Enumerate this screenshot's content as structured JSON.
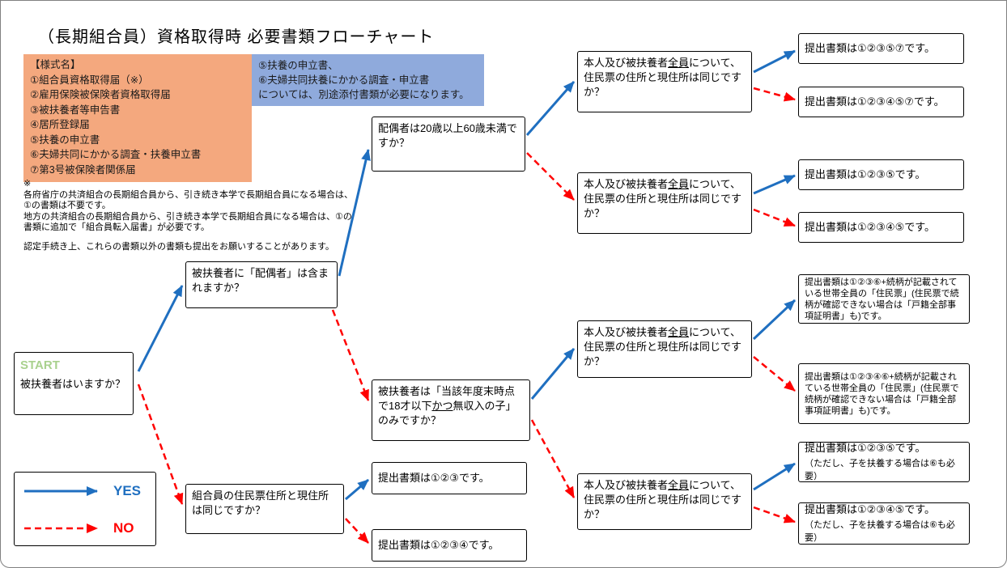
{
  "page": {
    "title": "（長期組合員）資格取得時 必要書類フローチャート"
  },
  "form_names": {
    "heading": "【様式名】",
    "items": [
      "①組合員資格取得届（※）",
      "②雇用保険被保険者資格取得届",
      "③被扶養者等申告書",
      "④居所登録届",
      "⑤扶養の申立書",
      "⑥夫婦共同にかかる調査・扶養申立書",
      "⑦第3号被保険者関係届"
    ]
  },
  "attachment_note": {
    "lines": [
      "⑤扶養の申立書、",
      "⑥夫婦共同扶養にかかる調査・申立書",
      "については、別途添付書類が必要になります。"
    ]
  },
  "footnote": {
    "mark": "※",
    "lines": [
      "各府省庁の共済組合の長期組合員から、引き続き本学で長期組合員になる場合は、",
      "①の書類は不要です。",
      "地方の共済組合の長期組合員から、引き続き本学で長期組合員になる場合は、①の",
      "書類に追加で「組合員転入届書」が必要です。"
    ],
    "extra": "認定手続き上、これらの書類以外の書類も提出をお願いすることがあります。"
  },
  "flow": {
    "start": {
      "label": "START",
      "question": "被扶養者はいますか？"
    },
    "q_spouse": "被扶養者に「配偶者」は含まれますか？",
    "q_age": "配偶者は20歳以上60歳未満ですか？",
    "q_address": {
      "pre": "本人及び被扶養者",
      "emph": "全員",
      "post": "について、住民票の住所と現住所は同じですか？"
    },
    "q_child": {
      "pre": "被扶養者は「当該年度末時点で18才以下",
      "emph": "かつ",
      "post": "無収入の子」のみですか？"
    },
    "q_member_address": "組合員の住民票住所と現住所は同じですか？"
  },
  "results": {
    "r1": "提出書類は①②③⑤⑦です。",
    "r2": "提出書類は①②③④⑤⑦です。",
    "r3": "提出書類は①②③⑤です。",
    "r4": "提出書類は①②③④⑤です。",
    "r5": "提出書類は①②③⑥+続柄が記載されている世帯全員の「住民票」(住民票で続柄が確認できない場合は「戸籍全部事項証明書」も)です。",
    "r6": "提出書類は①②③④⑥+続柄が記載されている世帯全員の「住民票」(住民票で続柄が確認できない場合は「戸籍全部事項証明書」も)です。",
    "r7": {
      "main": "提出書類は①②③⑤です。",
      "note": "（ただし、子を扶養する場合は⑥も必要）"
    },
    "r8": {
      "main": "提出書類は①②③④⑤です。",
      "note": "（ただし、子を扶養する場合は⑥も必要）"
    },
    "r9": "提出書類は①②③です。",
    "r10": "提出書類は①②③④です。"
  },
  "legend": {
    "yes": "YES",
    "no": "NO"
  },
  "colors": {
    "yes_arrow": "#1F6FC0",
    "no_arrow": "#FF0000",
    "start_green": "#A9D18E",
    "form_box_bg": "#F4A87E",
    "note_box_bg": "#8FAADC"
  }
}
